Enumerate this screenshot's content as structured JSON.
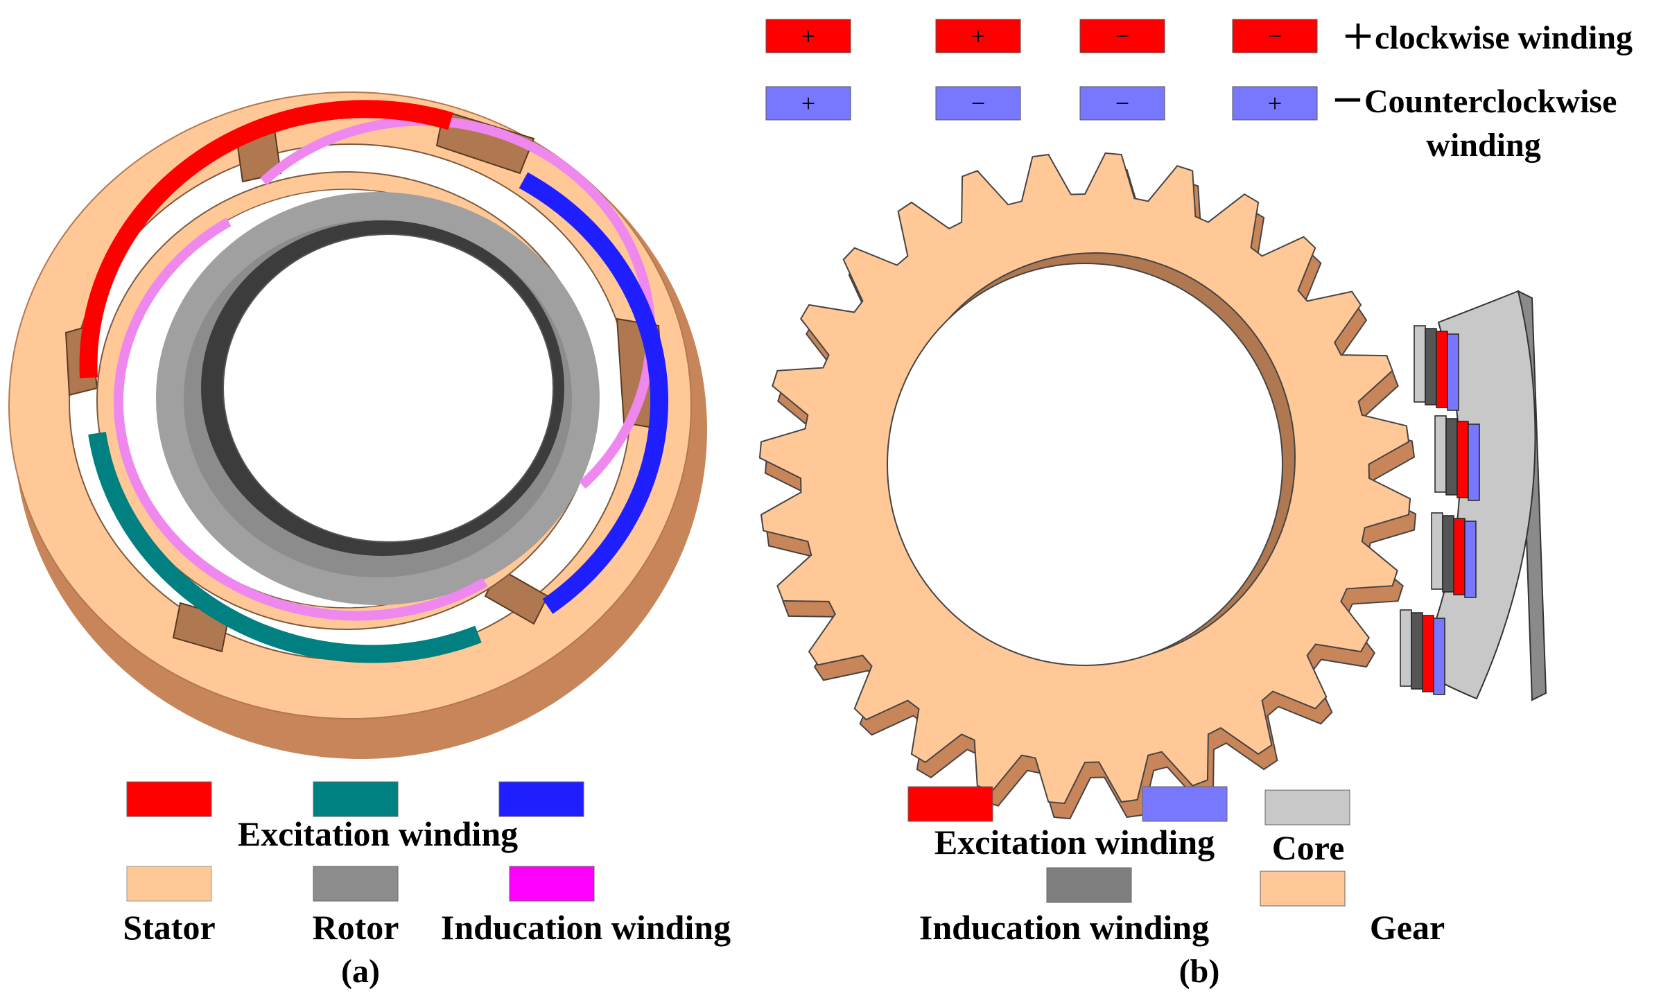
{
  "colors": {
    "stator": "#FFC896",
    "stator_side": "#C9855A",
    "rotor": "#8C8C8C",
    "rotor_dark": "#3C3C3C",
    "excitation_red": "#FF0000",
    "excitation_teal": "#008080",
    "excitation_blue": "#1E1EFF",
    "induction_magenta": "#FF00FF",
    "winding_lightblue": "#7878FF",
    "winding_gray": "#7F7F7F",
    "core": "#C8C8C8",
    "gear": "#FFC896"
  },
  "panel_a": {
    "legend": {
      "excitation_label": "Excitation winding",
      "stator_label": "Stator",
      "rotor_label": "Rotor",
      "induction_label": "Inducation winding"
    },
    "caption": "(a)"
  },
  "panel_b": {
    "winding_key": {
      "clockwise_row": [
        "+",
        "+",
        "−",
        "−"
      ],
      "counter_row": [
        "+",
        "−",
        "−",
        "+"
      ],
      "clockwise_label": "＋clockwise winding",
      "counter_label_line1": "－Counterclockwise",
      "counter_label_line2": "winding"
    },
    "legend": {
      "excitation_label": "Excitation winding",
      "core_label": "Core",
      "induction_label": "Inducation winding",
      "gear_label": "Gear"
    },
    "caption": "(b)",
    "gear_teeth": 28
  }
}
